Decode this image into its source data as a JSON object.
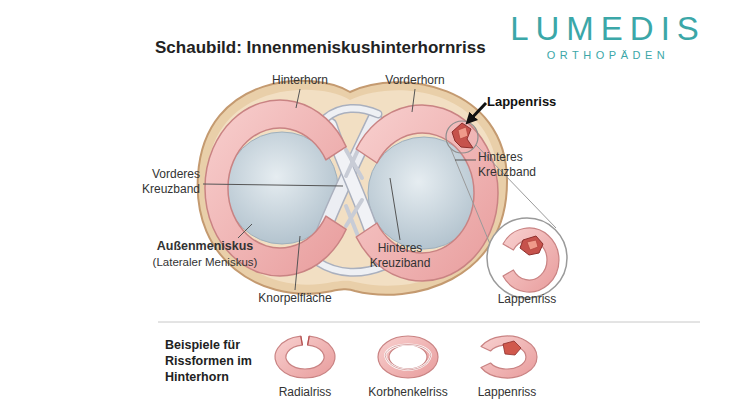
{
  "diagram": {
    "title": "Schaubild: Innenmeniskushinterhornriss",
    "nodes": [
      {
        "text": [
          "Lappenriss"
        ]
      },
      {
        "text": [
          "Radialriss"
        ]
      },
      {
        "text": [
          "Korbhenkelriss"
        ]
      },
      {
        "text": [
          "Lappenriss"
        ]
      }
    ],
    "labels": [
      "LUMEDIS",
      "ORTHOPÄDEN",
      "Hinterhorn",
      "Vorderhorn",
      "Lappenriss",
      "Vorderes Kreuzband",
      "Hinteres Kreuzband",
      "Außenmeniskus",
      "(Lateraler Meniskus)",
      "Knorpelfläche",
      "Hinteres Kreuziband",
      "Beispiele für Rissformen im Hinterhorn"
    ]
  }
}
